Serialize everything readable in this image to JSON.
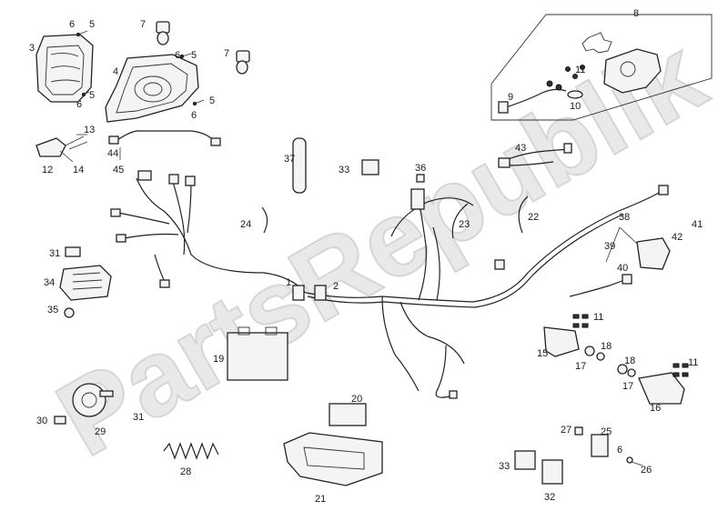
{
  "watermark": "PartsRepublik",
  "callouts": [
    {
      "id": "c1",
      "label": "1"
    },
    {
      "id": "c2",
      "label": "2"
    },
    {
      "id": "c3",
      "label": "3"
    },
    {
      "id": "c4",
      "label": "4"
    },
    {
      "id": "c5a",
      "label": "5"
    },
    {
      "id": "c5b",
      "label": "5"
    },
    {
      "id": "c5c",
      "label": "5"
    },
    {
      "id": "c5d",
      "label": "5"
    },
    {
      "id": "c6a",
      "label": "6"
    },
    {
      "id": "c6b",
      "label": "6"
    },
    {
      "id": "c6c",
      "label": "6"
    },
    {
      "id": "c6d",
      "label": "6"
    },
    {
      "id": "c6e",
      "label": "6"
    },
    {
      "id": "c7a",
      "label": "7"
    },
    {
      "id": "c7b",
      "label": "7"
    },
    {
      "id": "c8",
      "label": "8"
    },
    {
      "id": "c9",
      "label": "9"
    },
    {
      "id": "c10",
      "label": "10"
    },
    {
      "id": "c11a",
      "label": "11"
    },
    {
      "id": "c11b",
      "label": "11"
    },
    {
      "id": "c11c",
      "label": "11"
    },
    {
      "id": "c12",
      "label": "12"
    },
    {
      "id": "c13",
      "label": "13"
    },
    {
      "id": "c14",
      "label": "14"
    },
    {
      "id": "c15",
      "label": "15"
    },
    {
      "id": "c16",
      "label": "16"
    },
    {
      "id": "c17a",
      "label": "17"
    },
    {
      "id": "c17b",
      "label": "17"
    },
    {
      "id": "c18a",
      "label": "18"
    },
    {
      "id": "c18b",
      "label": "18"
    },
    {
      "id": "c19",
      "label": "19"
    },
    {
      "id": "c20",
      "label": "20"
    },
    {
      "id": "c21",
      "label": "21"
    },
    {
      "id": "c22",
      "label": "22"
    },
    {
      "id": "c23",
      "label": "23"
    },
    {
      "id": "c24",
      "label": "24"
    },
    {
      "id": "c25",
      "label": "25"
    },
    {
      "id": "c26",
      "label": "26"
    },
    {
      "id": "c27",
      "label": "27"
    },
    {
      "id": "c28",
      "label": "28"
    },
    {
      "id": "c29",
      "label": "29"
    },
    {
      "id": "c30",
      "label": "30"
    },
    {
      "id": "c31a",
      "label": "31"
    },
    {
      "id": "c31b",
      "label": "31"
    },
    {
      "id": "c32",
      "label": "32"
    },
    {
      "id": "c33a",
      "label": "33"
    },
    {
      "id": "c33b",
      "label": "33"
    },
    {
      "id": "c34",
      "label": "34"
    },
    {
      "id": "c35",
      "label": "35"
    },
    {
      "id": "c36",
      "label": "36"
    },
    {
      "id": "c37",
      "label": "37"
    },
    {
      "id": "c38",
      "label": "38"
    },
    {
      "id": "c39",
      "label": "39"
    },
    {
      "id": "c40",
      "label": "40"
    },
    {
      "id": "c41",
      "label": "41"
    },
    {
      "id": "c42",
      "label": "42"
    },
    {
      "id": "c43",
      "label": "43"
    },
    {
      "id": "c44",
      "label": "44"
    },
    {
      "id": "c45",
      "label": "45"
    }
  ]
}
